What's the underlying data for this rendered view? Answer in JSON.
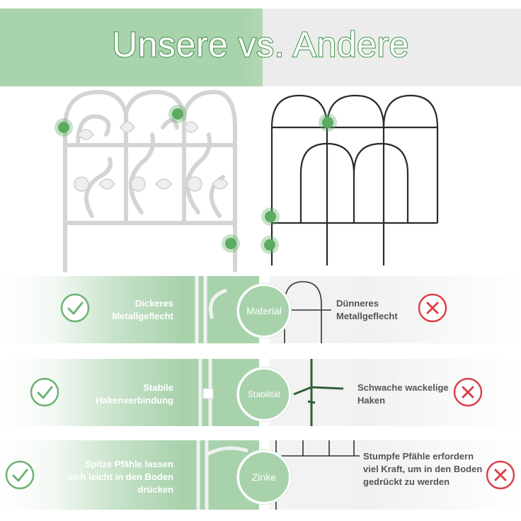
{
  "header": {
    "title": "Unsere vs. Andere"
  },
  "rows": [
    {
      "badge": "Material",
      "left_text": "Dickeres Metallgeflecht",
      "right_text": "Dünneres Metallgeflecht"
    },
    {
      "badge": "Stabilität",
      "left_text": "Stabile Hakenverbindung",
      "right_text": "Schwache wackelige Haken"
    },
    {
      "badge": "Zinke",
      "left_text": "Spitze Pfähle lassen sich leicht in den Boden drücken",
      "right_text": "Stumpfe Pfähle erfordern viel Kraft, um in den Boden gedrückt zu werden"
    }
  ],
  "icons": {
    "good": "check-circle-icon",
    "bad": "cross-circle-icon"
  },
  "colors": {
    "green": "#a8d2ac",
    "dark_green": "#5cab62",
    "red": "#d9414b",
    "gray_bg": "#ececec"
  }
}
